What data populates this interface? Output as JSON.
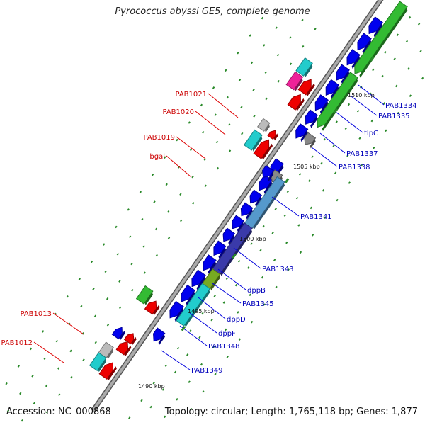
{
  "title": "Pyrococcus abyssi GE5, complete genome",
  "footer": {
    "accession_label": "Accession:",
    "accession": "NC_000868",
    "topology": "Topology: circular; Length: 1,765,118 bp; Genes: 1,877"
  },
  "scale_labels": [
    "1510 kbp",
    "1505 kbp",
    "1500 kbp",
    "1495 kbp",
    "1490 kbp"
  ],
  "genes_forward": [
    "PAB1021",
    "PAB1020",
    "PAB1019",
    "bgal",
    "PAB1013",
    "PAB1012"
  ],
  "genes_reverse": [
    "PAB1334",
    "PAB1335",
    "tlpC",
    "PAB1337",
    "PAB1338",
    "PAB1341",
    "PAB1343",
    "dppB",
    "PAB1345",
    "dppD",
    "dppF",
    "PAB1348",
    "PAB1349"
  ],
  "colors": {
    "backbone": "#8c8c8c",
    "forward_label": "#cc0000",
    "reverse_label": "#0000bb",
    "blue": "#0000ee",
    "green": "#33bb33",
    "cyan": "#22cccc",
    "red": "#ee0000",
    "magenta": "#ee2299",
    "gray": "#888888",
    "steel": "#5599cc",
    "tick": "#2a8a2a"
  }
}
